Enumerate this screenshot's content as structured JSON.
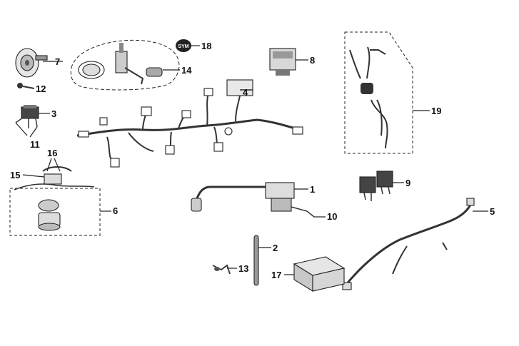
{
  "diagram": {
    "type": "exploded-parts-diagram",
    "callouts": {
      "c1": "1",
      "c2": "2",
      "c3": "3",
      "c4": "4",
      "c5": "5",
      "c6": "6",
      "c7": "7",
      "c8": "8",
      "c9": "9",
      "c10": "10",
      "c11": "11",
      "c12": "12",
      "c13": "13",
      "c14": "14",
      "c15": "15",
      "c16": "16",
      "c17": "17",
      "c18": "18",
      "c19": "19"
    },
    "logo_text": "SYM",
    "colors": {
      "line": "#222222",
      "part_fill": "#e6e6e6",
      "dark_fill": "#555555"
    }
  }
}
